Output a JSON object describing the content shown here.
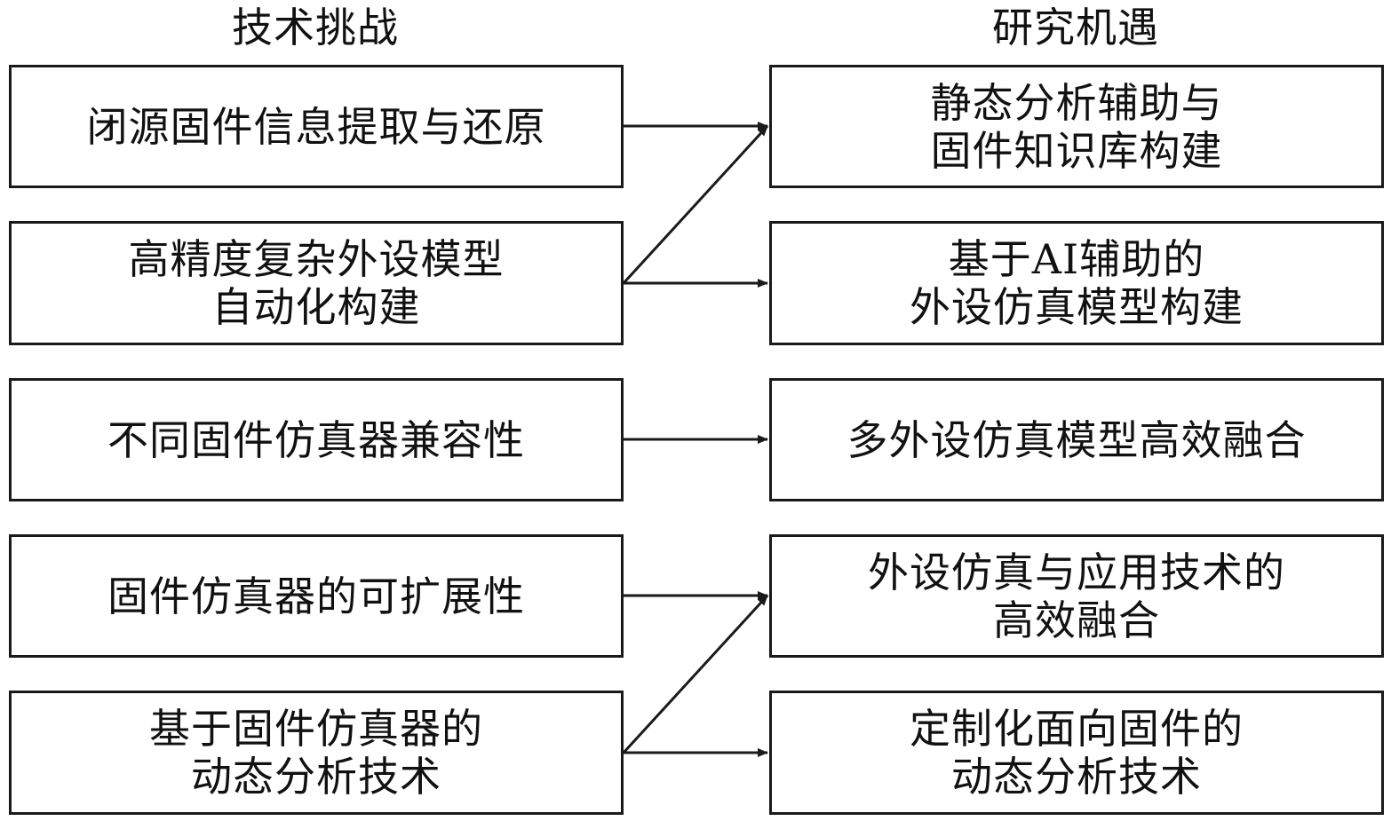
{
  "headings": {
    "left": "技术挑战",
    "right": "研究机遇"
  },
  "challenges": [
    {
      "lines": [
        "闭源固件信息提取与还原"
      ]
    },
    {
      "lines": [
        "高精度复杂外设模型",
        "自动化构建"
      ]
    },
    {
      "lines": [
        "不同固件仿真器兼容性"
      ]
    },
    {
      "lines": [
        "固件仿真器的可扩展性"
      ]
    },
    {
      "lines": [
        "基于固件仿真器的",
        "动态分析技术"
      ]
    }
  ],
  "opportunities": [
    {
      "lines": [
        "静态分析辅助与",
        "固件知识库构建"
      ]
    },
    {
      "lines": [
        "基于AI辅助的",
        "外设仿真模型构建"
      ]
    },
    {
      "lines": [
        "多外设仿真模型高效融合"
      ]
    },
    {
      "lines": [
        "外设仿真与应用技术的",
        "高效融合"
      ]
    },
    {
      "lines": [
        "定制化面向固件的",
        "动态分析技术"
      ]
    }
  ],
  "connections": [
    {
      "from": 0,
      "to": 0
    },
    {
      "from": 1,
      "to": 0
    },
    {
      "from": 1,
      "to": 1
    },
    {
      "from": 2,
      "to": 2
    },
    {
      "from": 3,
      "to": 3
    },
    {
      "from": 4,
      "to": 3
    },
    {
      "from": 4,
      "to": 4
    }
  ],
  "colors": {
    "stroke": "#1a1a1a",
    "text": "#111111",
    "background": "#ffffff"
  }
}
